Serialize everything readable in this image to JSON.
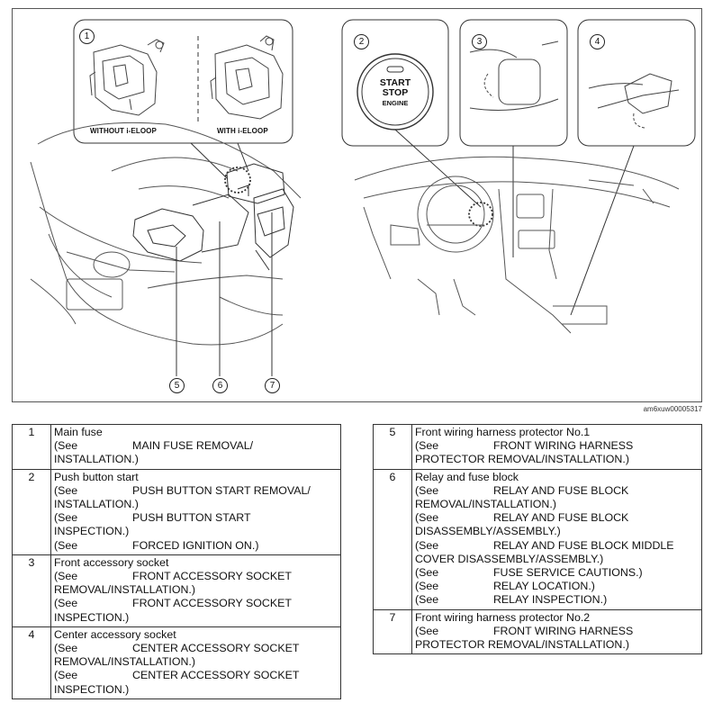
{
  "figure": {
    "labels": {
      "without_ieloop": "WITHOUT i-ELOOP",
      "with_ieloop": "WITH i-ELOOP",
      "button_line1": "START",
      "button_line2": "STOP",
      "button_line3": "ENGINE"
    },
    "callouts": [
      "1",
      "2",
      "3",
      "4",
      "5",
      "6",
      "7"
    ],
    "image_code": "am6xuw00005317"
  },
  "table_left": [
    {
      "num": "1",
      "title": "Main fuse",
      "refs": [
        {
          "see": "(See",
          "line1": "MAIN FUSE REMOVAL/",
          "line2": "INSTALLATION.)"
        }
      ]
    },
    {
      "num": "2",
      "title": "Push button start",
      "refs": [
        {
          "see": "(See",
          "line1": "PUSH BUTTON START REMOVAL/",
          "line2": "INSTALLATION.)"
        },
        {
          "see": "(See",
          "line1": "PUSH BUTTON START",
          "line2": "INSPECTION.)"
        },
        {
          "see": "(See",
          "line1": "FORCED IGNITION ON.)",
          "line2": ""
        }
      ]
    },
    {
      "num": "3",
      "title": "Front accessory socket",
      "refs": [
        {
          "see": "(See",
          "line1": "FRONT ACCESSORY SOCKET",
          "line2": "REMOVAL/INSTALLATION.)"
        },
        {
          "see": "(See",
          "line1": "FRONT ACCESSORY SOCKET",
          "line2": "INSPECTION.)"
        }
      ]
    },
    {
      "num": "4",
      "title": "Center accessory socket",
      "refs": [
        {
          "see": "(See",
          "line1": "CENTER ACCESSORY SOCKET",
          "line2": "REMOVAL/INSTALLATION.)"
        },
        {
          "see": "(See",
          "line1": "CENTER ACCESSORY SOCKET",
          "line2": "INSPECTION.)"
        }
      ]
    }
  ],
  "table_right": [
    {
      "num": "5",
      "title": "Front wiring harness protector No.1",
      "refs": [
        {
          "see": "(See",
          "line1": "FRONT WIRING HARNESS",
          "line2": "PROTECTOR REMOVAL/INSTALLATION.)"
        }
      ]
    },
    {
      "num": "6",
      "title": "Relay and fuse block",
      "refs": [
        {
          "see": "(See",
          "line1": "RELAY AND FUSE BLOCK",
          "line2": "REMOVAL/INSTALLATION.)"
        },
        {
          "see": "(See",
          "line1": "RELAY AND FUSE BLOCK",
          "line2": "DISASSEMBLY/ASSEMBLY.)"
        },
        {
          "see": "(See",
          "line1": "RELAY AND FUSE BLOCK MIDDLE",
          "line2": "COVER DISASSEMBLY/ASSEMBLY.)"
        },
        {
          "see": "(See",
          "line1": "FUSE SERVICE CAUTIONS.)",
          "line2": ""
        },
        {
          "see": "(See",
          "line1": "RELAY LOCATION.)",
          "line2": ""
        },
        {
          "see": "(See",
          "line1": "RELAY INSPECTION.)",
          "line2": ""
        }
      ]
    },
    {
      "num": "7",
      "title": "Front wiring harness protector No.2",
      "refs": [
        {
          "see": "(See",
          "line1": "FRONT WIRING HARNESS",
          "line2": "PROTECTOR REMOVAL/INSTALLATION.)"
        }
      ]
    }
  ]
}
